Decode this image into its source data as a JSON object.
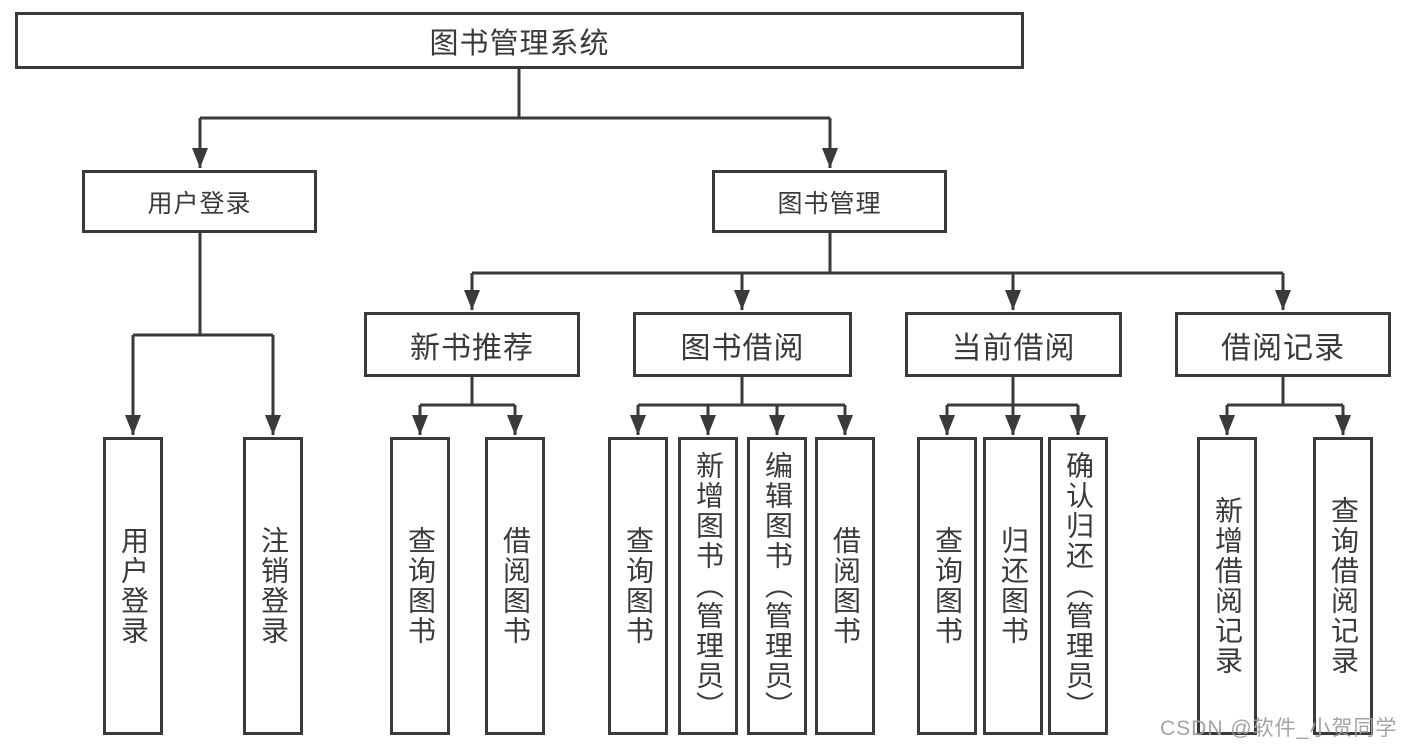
{
  "diagram": {
    "root": {
      "label": "图书管理系统"
    },
    "level2": [
      {
        "label": "用户登录",
        "children": [
          "用户登录",
          "注销登录"
        ]
      },
      {
        "label": "图书管理"
      }
    ],
    "level3": [
      {
        "label": "新书推荐",
        "children": [
          "查询图书",
          "借阅图书"
        ]
      },
      {
        "label": "图书借阅",
        "children": [
          "查询图书",
          "新增图书（管理员）",
          "编辑图书（管理员）",
          "借阅图书"
        ]
      },
      {
        "label": "当前借阅",
        "children": [
          "查询图书",
          "归还图书",
          "确认归还（管理员）"
        ]
      },
      {
        "label": "借阅记录",
        "children": [
          "新增借阅记录",
          "查询借阅记录"
        ]
      }
    ]
  },
  "watermark": {
    "text": "CSDN @软件_小贺同学"
  },
  "colors": {
    "stroke": "#3a3a3a",
    "background": "#ffffff",
    "watermark": "#9e9e9e"
  }
}
